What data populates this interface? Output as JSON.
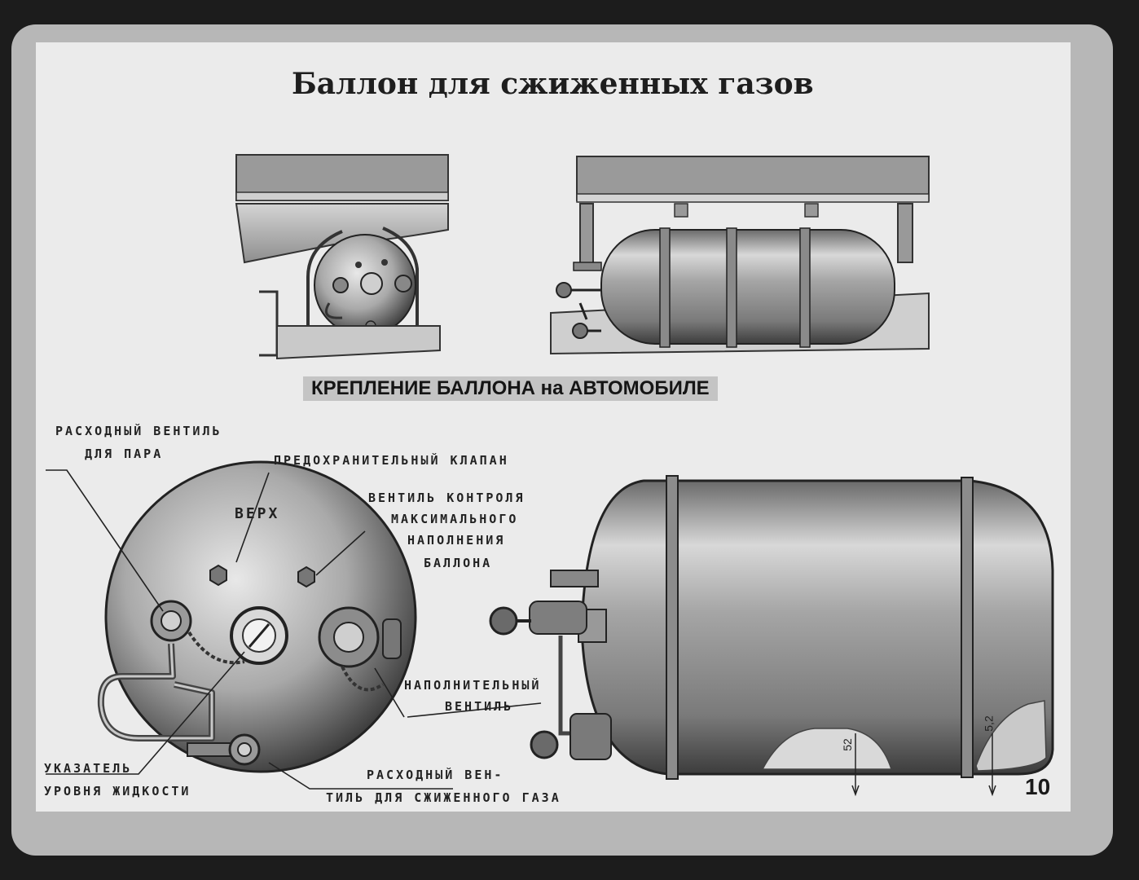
{
  "title": "Баллон для сжиженных газов",
  "mounting_caption": "КРЕПЛЕНИЕ БАЛЛОНА на АВТОМОБИЛЕ",
  "tank_marking": "ВЕРХ",
  "labels": {
    "vapor_valve_1": "РАСХОДНЫЙ ВЕНТИЛЬ",
    "vapor_valve_2": "ДЛЯ ПАРА",
    "safety_valve": "ПРЕДОХРАНИТЕЛЬНЫЙ КЛАПАН",
    "max_fill_1": "ВЕНТИЛЬ КОНТРОЛЯ",
    "max_fill_2": "МАКСИМАЛЬНОГО",
    "max_fill_3": "НАПОЛНЕНИЯ",
    "max_fill_4": "БАЛЛОНА",
    "fill_valve_1": "НАПОЛНИТЕЛЬНЫЙ",
    "fill_valve_2": "ВЕНТИЛЬ",
    "level_1": "УКАЗАТЕЛЬ",
    "level_2": "УРОВНЯ ЖИДКОСТИ",
    "liquid_valve_1": "РАСХОДНЫЙ ВЕН-",
    "liquid_valve_2": "ТИЛЬ ДЛЯ СЖИЖЕННОГО ГАЗА"
  },
  "dimensions": [
    "52",
    "5,2"
  ],
  "page_number": "10",
  "colors": {
    "paper": "#ebebeb",
    "frame": "#b7b7b7",
    "ink": "#1e1e1e"
  }
}
